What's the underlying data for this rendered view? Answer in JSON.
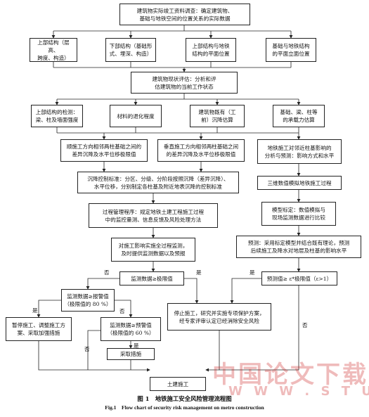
{
  "nodes": {
    "n1": "建筑物实际竣工资料调查：确定建筑物、\n基础与地铁空间的位置关系的实际数据",
    "n2a": "上部结构（层高、\n跨度、构造）",
    "n2b": "下部结构（基础形\n式、埋深、构造）",
    "n2c": "上部结构与地铁\n结构的平面位置",
    "n2d": "基础与地铁结构\n的平面立面位置",
    "n3": "建筑物现状评估：分析和评\n估建筑物的当前工作状态",
    "n4a": "上部结构的检测：\n梁、柱及墙面强度",
    "n4b": "材料的退化程度",
    "n4c": "建筑物既有（工\n前）沉降估算",
    "n4d": "基础、梁、柱等\n的承载力估算",
    "n5a": "顺施工方向相邻两柱基础之间的\n差异沉降及水平位移极限值",
    "n5b": "垂直施工方向相邻两柱基础之间\n的差异沉降及水平位移极限值",
    "n5c": "地铁施工对邻近柱基影响的\n分析与预测：影响方式和水平",
    "n6": "沉降控制标准：分区、分级、分阶段按照沉降（差异沉降）、\n水平位移，分别制定各柱基及附近地表沉降的控制标准",
    "n6r": "三维数值模拟地铁施工过程",
    "n7": "过程管理程序：规定地铁土建工程施工过程\n中的监控量测、信息反馈及风险处理方法",
    "n7r": "模型标定：数值模拟与\n现场监测数据进行比较",
    "n8": "对施工影响实施全过程监测，\n及时提供监测数据以及预报",
    "n8r": "预测：采用标定模型并结合既有理论，预测\n后续施工及降水对地层及柱基的影响水平",
    "d1": "监测数据≥极限值",
    "d2": "预测值≥ ε*极限值（ε>1）",
    "d3": "监测数据≥报警值\n（极限值的 80 %）",
    "d4": "暂停施工、调整施工方\n案、采取加强措施",
    "d5": "监测数据≥预警值\n（极限值的 60 %）",
    "d6": "停止施工，研究并实施专项保护方案，\n经专家评审认定已经消除安全风险",
    "d7": "采取措施",
    "end": "土建施工"
  },
  "labels": {
    "yes": "是",
    "no": "否"
  },
  "caption": {
    "zh": "图 1　地铁施工安全风险管理流程图",
    "en": "Fig.1　Flow chart of security risk management on metro construction"
  },
  "watermark": {
    "cn": "中国论文下载",
    "en": "W W W . S T U D A"
  }
}
